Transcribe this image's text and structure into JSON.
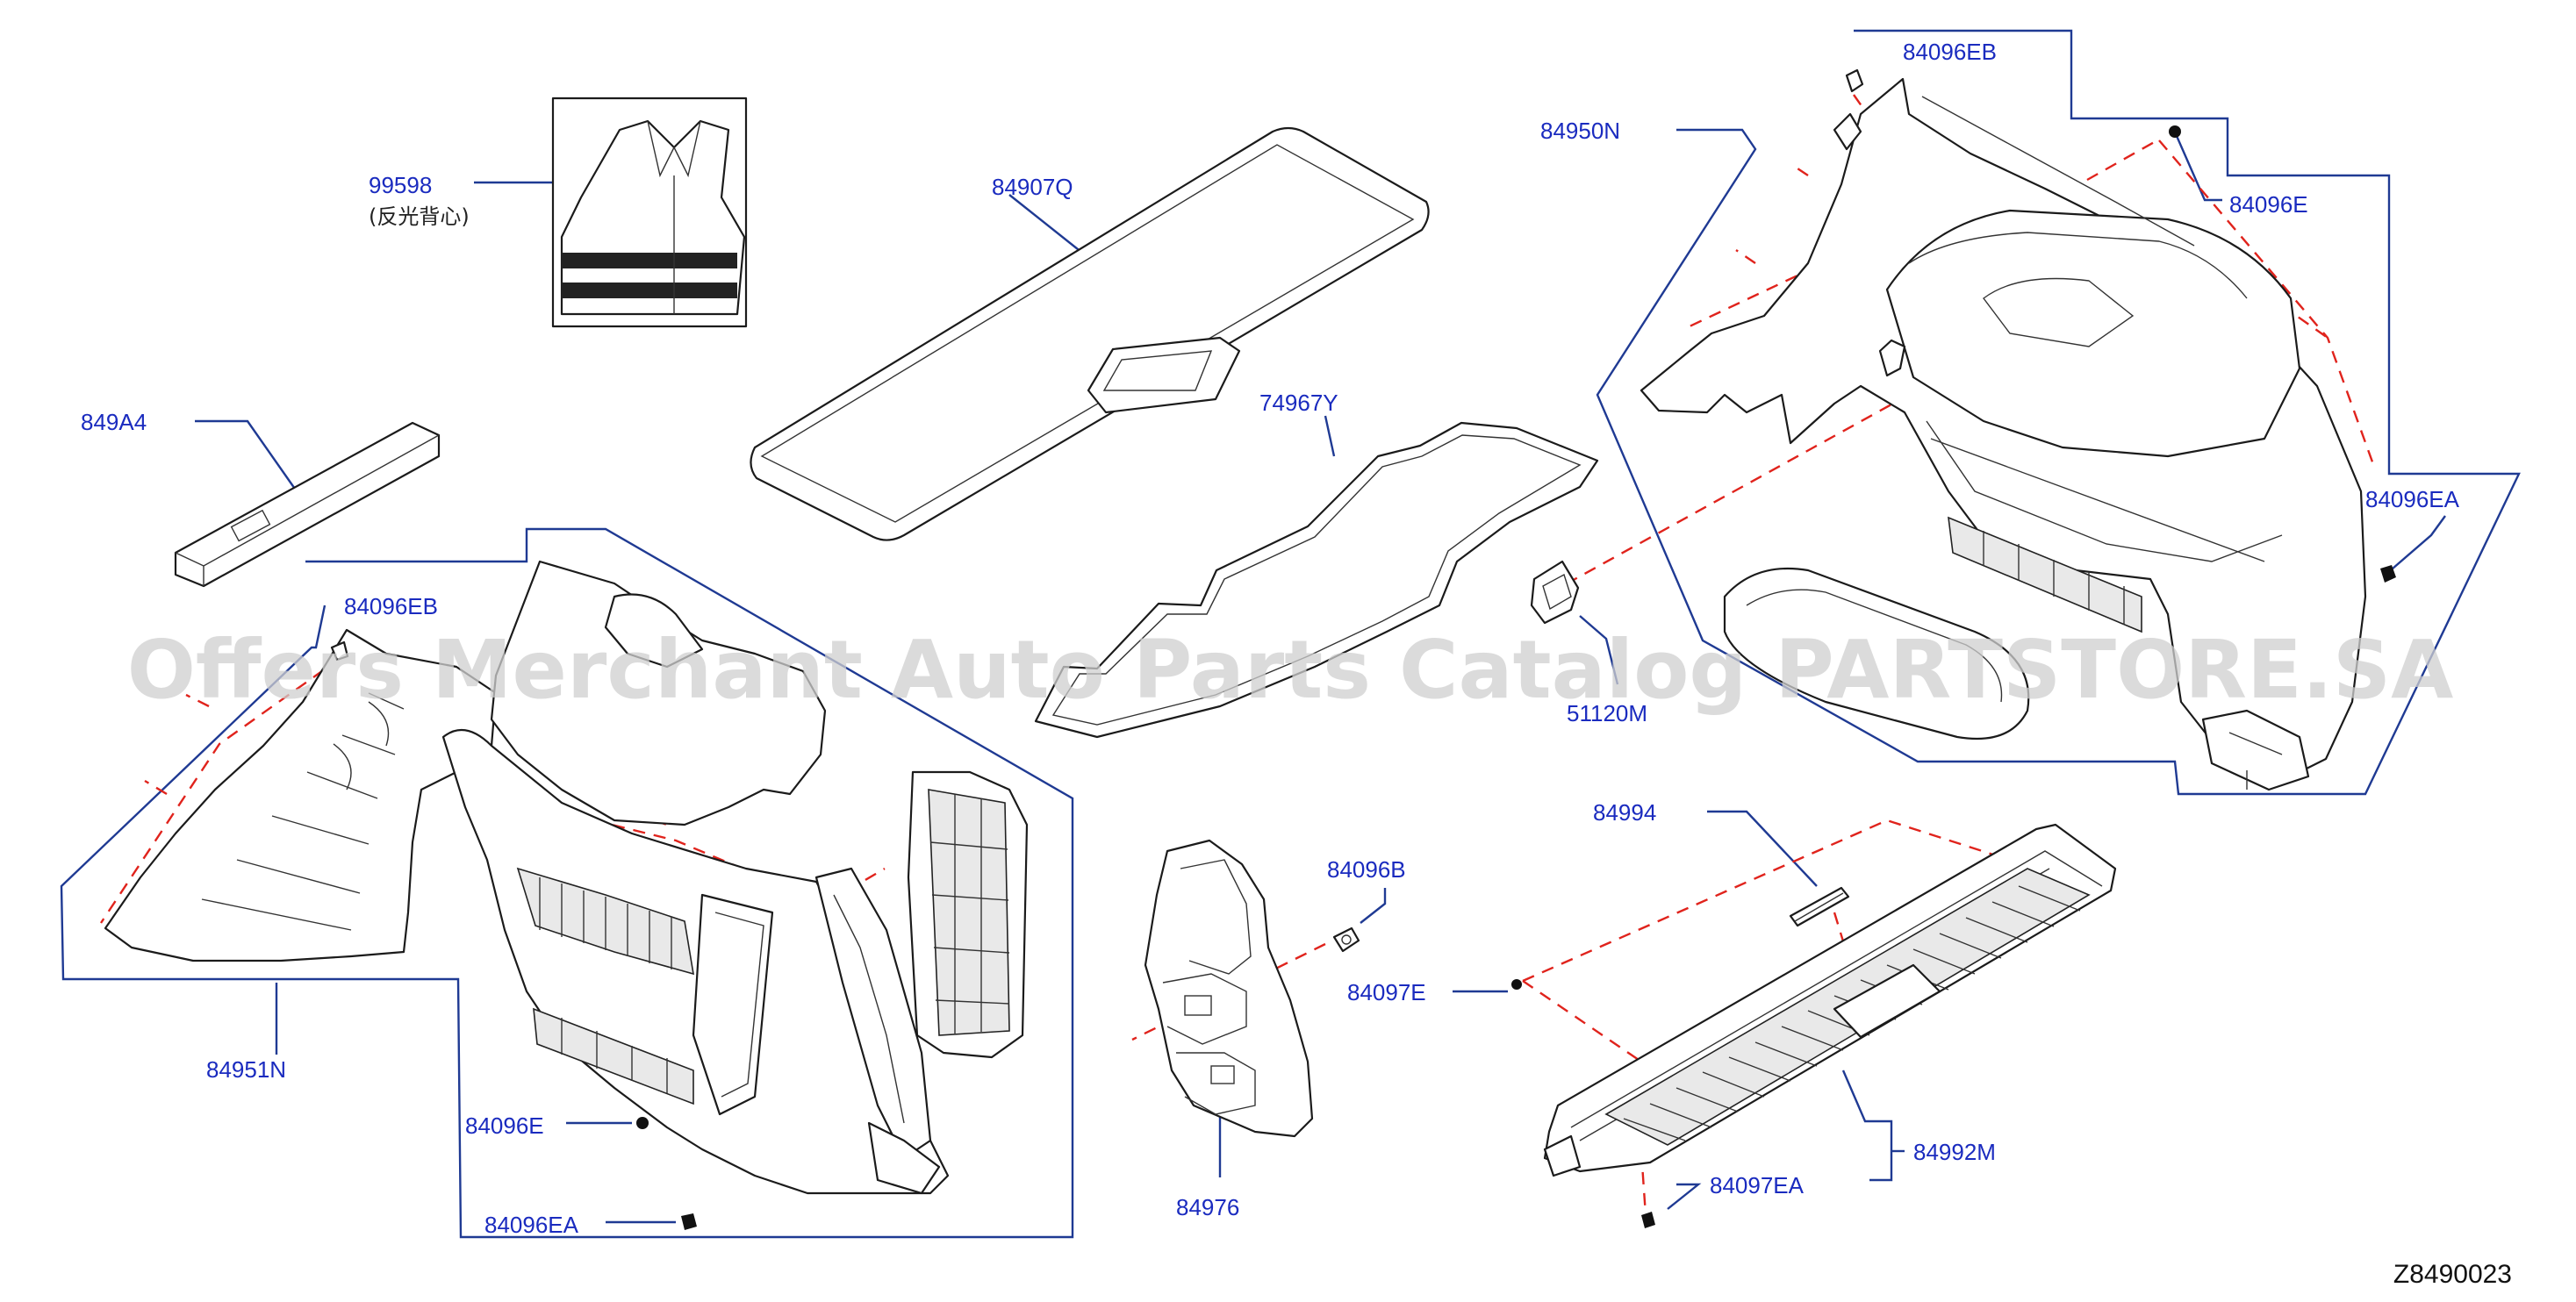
{
  "diagram_code": "Z8490023",
  "watermark": "Offers Merchant Auto Parts Catalog PARTSTORE.SA",
  "callouts": [
    {
      "id": "99598",
      "sub": "(反光背心)"
    },
    {
      "id": "84907Q"
    },
    {
      "id": "849A4"
    },
    {
      "id": "74967Y"
    },
    {
      "id": "84950N"
    },
    {
      "id": "84096EB-right",
      "label": "84096EB"
    },
    {
      "id": "84096E-right",
      "label": "84096E"
    },
    {
      "id": "84096EA-right",
      "label": "84096EA"
    },
    {
      "id": "51120M"
    },
    {
      "id": "84096EB-left",
      "label": "84096EB"
    },
    {
      "id": "84951N"
    },
    {
      "id": "84096E-left",
      "label": "84096E"
    },
    {
      "id": "84096EA-left",
      "label": "84096EA"
    },
    {
      "id": "84096B"
    },
    {
      "id": "84976"
    },
    {
      "id": "84994"
    },
    {
      "id": "84097E"
    },
    {
      "id": "84992M"
    },
    {
      "id": "84097EA"
    }
  ],
  "labels": {
    "c99598": "99598",
    "c99598_sub": "(反光背心)",
    "c84907Q": "84907Q",
    "c849A4": "849A4",
    "c74967Y": "74967Y",
    "c84950N": "84950N",
    "c84096EB_r": "84096EB",
    "c84096E_r": "84096E",
    "c84096EA_r": "84096EA",
    "c51120M": "51120M",
    "c84096EB_l": "84096EB",
    "c84951N": "84951N",
    "c84096E_l": "84096E",
    "c84096EA_l": "84096EA",
    "c84096B": "84096B",
    "c84976": "84976",
    "c84994": "84994",
    "c84097E": "84097E",
    "c84992M": "84992M",
    "c84097EA": "84097EA"
  },
  "colors": {
    "callout_text": "#1a2bbf",
    "leader_line": "#1f3a93",
    "dashed_line": "#e0231c",
    "part_outline": "#1b1b1b",
    "watermark": "#cfcfcf"
  }
}
